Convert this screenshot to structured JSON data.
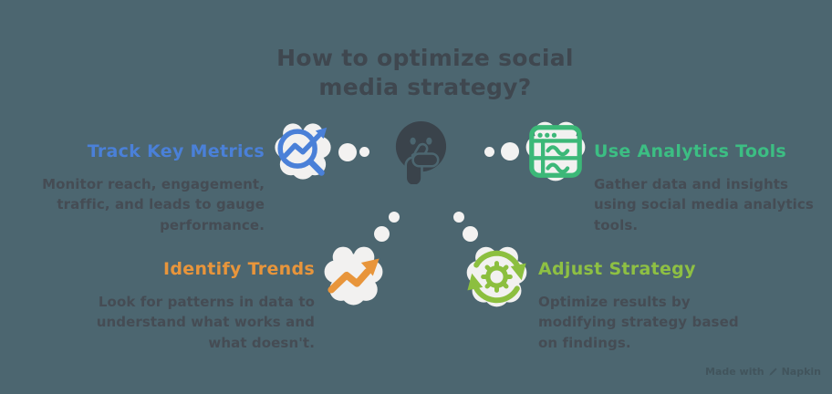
{
  "background": "#4C6670",
  "title": {
    "text": "How to optimize social media strategy?",
    "color": "#3F474F"
  },
  "center_icon": {
    "name": "thinking-face-icon",
    "color": "#3A434B"
  },
  "sections": {
    "track": {
      "heading": "Track Key Metrics",
      "color": "#4A80D8",
      "description": "Monitor reach, engagement, traffic, and leads to gauge performance.",
      "icon": "magnifier-trend-icon",
      "icon_color": "#4A80D8"
    },
    "analytics": {
      "heading": "Use Analytics Tools",
      "color": "#3CBE83",
      "description": "Gather data and insights using social media analytics tools.",
      "icon": "analytics-window-icon",
      "icon_color": "#3CB878"
    },
    "trends": {
      "heading": "Identify Trends",
      "color": "#E8953B",
      "description": "Look for patterns in data to understand what works and what doesn't.",
      "icon": "trend-arrow-icon",
      "icon_color": "#E8953B"
    },
    "adjust": {
      "heading": "Adjust Strategy",
      "color": "#8EC043",
      "description": "Optimize results by modifying strategy based on findings.",
      "icon": "gear-refresh-icon",
      "icon_color": "#8CBF3F"
    }
  },
  "footer": {
    "prefix": "Made with",
    "brand": "Napkin"
  },
  "text_color": "#454C54",
  "cloud_color": "#F2F1F0"
}
